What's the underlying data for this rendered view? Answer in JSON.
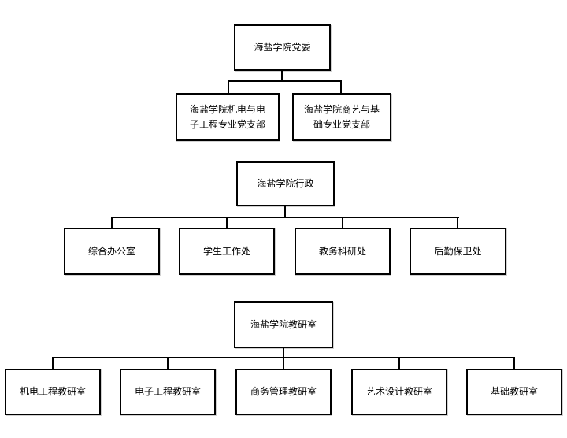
{
  "colors": {
    "line": "#000000",
    "background": "#ffffff",
    "text": "#000000"
  },
  "org_chart": {
    "sections": [
      {
        "id": "party-committee",
        "root": "海盐学院党委",
        "children": [
          "海盐学院机电与电子工程专业党支部",
          "海盐学院商艺与基础专业党支部"
        ]
      },
      {
        "id": "administration",
        "root": "海盐学院行政",
        "children": [
          "综合办公室",
          "学生工作处",
          "教务科研处",
          "后勤保卫处"
        ]
      },
      {
        "id": "teaching-research",
        "root": "海盐学院教研室",
        "children": [
          "机电工程教研室",
          "电子工程教研室",
          "商务管理教研室",
          "艺术设计教研室",
          "基础教研室"
        ]
      }
    ]
  }
}
